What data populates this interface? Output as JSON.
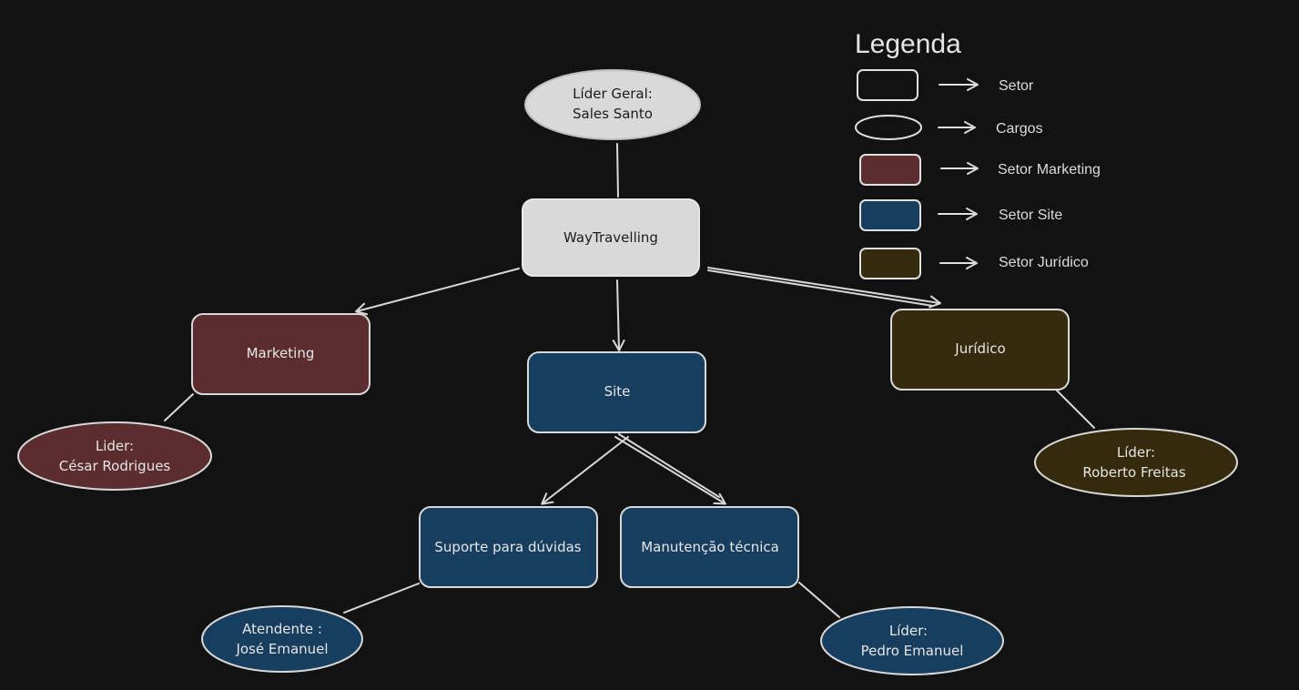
{
  "colors": {
    "background": "#121212",
    "stroke": "#d8d8d8",
    "white_fill": "#d9d9d9",
    "marketing": "#5b2d2f",
    "site": "#173e5f",
    "juridico": "#352a0c",
    "dark_text": "#1c1c1c",
    "light_text": "#e6e6e6"
  },
  "nodes": {
    "lider_geral": {
      "line1": "Líder Geral:",
      "line2": "Sales Santo"
    },
    "waytravelling": {
      "label": "WayTravelling"
    },
    "marketing": {
      "label": "Marketing"
    },
    "site": {
      "label": "Site"
    },
    "juridico": {
      "label": "Jurídico"
    },
    "suporte": {
      "label": "Suporte para dúvidas"
    },
    "manutencao": {
      "label": "Manutenção técnica"
    },
    "lider_marketing": {
      "line1": "Lider:",
      "line2": "César Rodrigues"
    },
    "lider_juridico": {
      "line1": "Líder:",
      "line2": "Roberto Freitas"
    },
    "atendente": {
      "line1": "Atendente :",
      "line2": "José Emanuel"
    },
    "lider_manutencao": {
      "line1": "Líder:",
      "line2": "Pedro Emanuel"
    }
  },
  "legend": {
    "title": "Legenda",
    "items": [
      {
        "label": "Setor"
      },
      {
        "label": "Cargos"
      },
      {
        "label": "Setor Marketing"
      },
      {
        "label": "Setor Site"
      },
      {
        "label": "Setor Jurídico"
      }
    ]
  }
}
